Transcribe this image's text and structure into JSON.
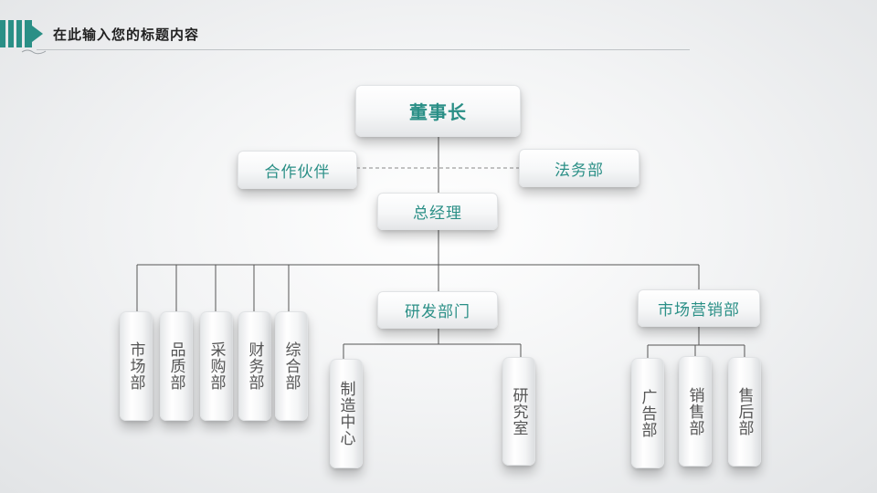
{
  "header": {
    "title": "在此输入您的标题内容"
  },
  "org": {
    "chairman": "董事长",
    "partner": "合作伙伴",
    "legal": "法务部",
    "general_manager": "总经理",
    "rd": "研发部门",
    "marketing": "市场营销部",
    "left_depts": [
      "市场部",
      "品质部",
      "采购部",
      "财务部",
      "综合部"
    ],
    "rd_children": [
      "制造中心",
      "研究室"
    ],
    "marketing_children": [
      "广告部",
      "销售部",
      "售后部"
    ]
  },
  "colors": {
    "accent": "#2a8f86",
    "line": "#555555",
    "text_gray": "#555555"
  }
}
